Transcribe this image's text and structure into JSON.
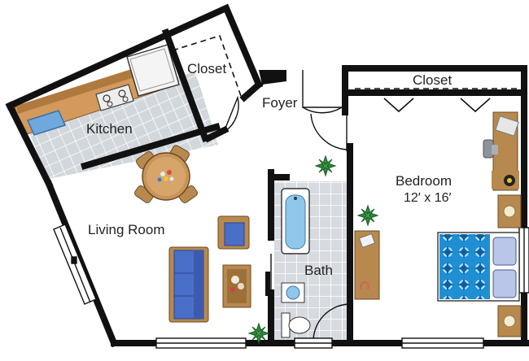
{
  "rooms": {
    "closet_left": "Closet",
    "foyer": "Foyer",
    "closet_right": "Closet",
    "kitchen": "Kitchen",
    "bedroom": "Bedroom",
    "bedroom_dims": "12′ x 16′",
    "living_room": "Living Room",
    "bath": "Bath"
  },
  "colors": {
    "wall": "#111111",
    "tile": "#cfd4d9",
    "counter": "#d39a5c",
    "wood": "#b8894f",
    "blue": "#4a6fc8",
    "plant": "#2f8a3a",
    "pattern": "#1b8fd0"
  }
}
